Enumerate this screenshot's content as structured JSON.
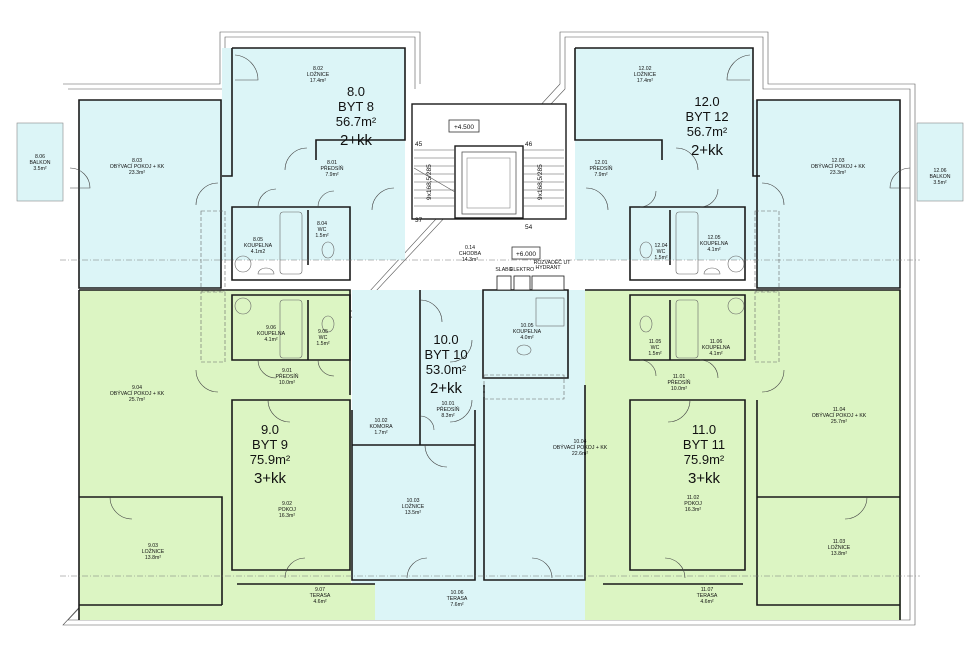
{
  "colors": {
    "blue_unit": "#dcf5f7",
    "green_unit": "#dcf5c3",
    "wall": "#1a1a1a",
    "background": "#ffffff"
  },
  "levels": {
    "top": "+4.500",
    "mid": "+6.000"
  },
  "stair": {
    "steps_left": "9x168,5/285",
    "steps_right": "9x168,5/285",
    "n45": "45",
    "n46": "46",
    "n37": "37",
    "n54": "54"
  },
  "apartments": [
    {
      "id": "8.0",
      "name": "BYT 8",
      "area": "56.7m²",
      "layout": "2+kk"
    },
    {
      "id": "12.0",
      "name": "BYT 12",
      "area": "56.7m²",
      "layout": "2+kk"
    },
    {
      "id": "10.0",
      "name": "BYT 10",
      "area": "53.0m²",
      "layout": "2+kk"
    },
    {
      "id": "9.0",
      "name": "BYT 9",
      "area": "75.9m²",
      "layout": "3+kk"
    },
    {
      "id": "11.0",
      "name": "BYT 11",
      "area": "75.9m²",
      "layout": "3+kk"
    }
  ],
  "rooms": {
    "r8_02": {
      "num": "8.02",
      "name": "LOŽNICE",
      "area": "17.4m²"
    },
    "r8_01": {
      "num": "8.01",
      "name": "PŘEDSÍŇ",
      "area": "7.9m²"
    },
    "r8_03": {
      "num": "8.03",
      "name": "OBÝVACÍ POKOJ + KK",
      "area": "23.3m²"
    },
    "r8_06": {
      "num": "8.06",
      "name": "BALKON",
      "area": "3.5m²"
    },
    "r8_05": {
      "num": "8.05",
      "name": "KOUPELNA",
      "area": "4.1m2"
    },
    "r8_04": {
      "num": "8.04",
      "name": "WC",
      "area": "1.5m²"
    },
    "r12_02": {
      "num": "12.02",
      "name": "LOŽNICE",
      "area": "17.4m²"
    },
    "r12_01": {
      "num": "12.01",
      "name": "PŘEDSÍŇ",
      "area": "7.9m²"
    },
    "r12_03": {
      "num": "12.03",
      "name": "OBÝVACÍ POKOJ + KK",
      "area": "23.3m²"
    },
    "r12_06": {
      "num": "12.06",
      "name": "BALKON",
      "area": "3.5m²"
    },
    "r12_05": {
      "num": "12.05",
      "name": "KOUPELNA",
      "area": "4.1m²"
    },
    "r12_04": {
      "num": "12.04",
      "name": "WC",
      "area": "1.5m²"
    },
    "r0_14": {
      "num": "0.14",
      "name": "CHODBA",
      "area": "14.3m²"
    },
    "slabo": "SLABO",
    "elektro": "ELEKTRO",
    "rozvadec1": "ROZVADĚČ UT",
    "rozvadec2": "HYDRANT",
    "r9_06": {
      "num": "9.06",
      "name": "KOUPELNA",
      "area": "4.1m²"
    },
    "r9_05": {
      "num": "9.05",
      "name": "WC",
      "area": "1.5m²"
    },
    "r9_01": {
      "num": "9.01",
      "name": "PŘEDSÍŇ",
      "area": "10.0m²"
    },
    "r9_04": {
      "num": "9.04",
      "name": "OBÝVACÍ POKOJ + KK",
      "area": "25.7m²"
    },
    "r9_02": {
      "num": "9.02",
      "name": "POKOJ",
      "area": "16.3m²"
    },
    "r9_03": {
      "num": "9.03",
      "name": "LOŽNICE",
      "area": "13.8m²"
    },
    "r9_07": {
      "num": "9.07",
      "name": "TERASA",
      "area": "4.6m²"
    },
    "r10_05": {
      "num": "10.05",
      "name": "KOUPELNA",
      "area": "4.0m²"
    },
    "r10_01": {
      "num": "10.01",
      "name": "PŘEDSÍŇ",
      "area": "8.3m²"
    },
    "r10_02": {
      "num": "10.02",
      "name": "KOMORA",
      "area": "1.7m²"
    },
    "r10_03": {
      "num": "10.03",
      "name": "LOŽNICE",
      "area": "13.5m²"
    },
    "r10_04": {
      "num": "10.04",
      "name": "OBÝVACÍ POKOJ + KK",
      "area": "22.6m²"
    },
    "r10_06": {
      "num": "10.06",
      "name": "TERASA",
      "area": "7.6m²"
    },
    "r11_05": {
      "num": "11.05",
      "name": "WC",
      "area": "1.5m²"
    },
    "r11_06": {
      "num": "11.06",
      "name": "KOUPELNA",
      "area": "4.1m²"
    },
    "r11_01": {
      "num": "11.01",
      "name": "PŘEDSÍŇ",
      "area": "10.0m²"
    },
    "r11_04": {
      "num": "11.04",
      "name": "OBÝVACÍ POKOJ + KK",
      "area": "25.7m²"
    },
    "r11_02": {
      "num": "11.02",
      "name": "POKOJ",
      "area": "16.3m²"
    },
    "r11_03": {
      "num": "11.03",
      "name": "LOŽNICE",
      "area": "13.8m²"
    },
    "r11_07": {
      "num": "11.07",
      "name": "TERASA",
      "area": "4.6m²"
    }
  }
}
